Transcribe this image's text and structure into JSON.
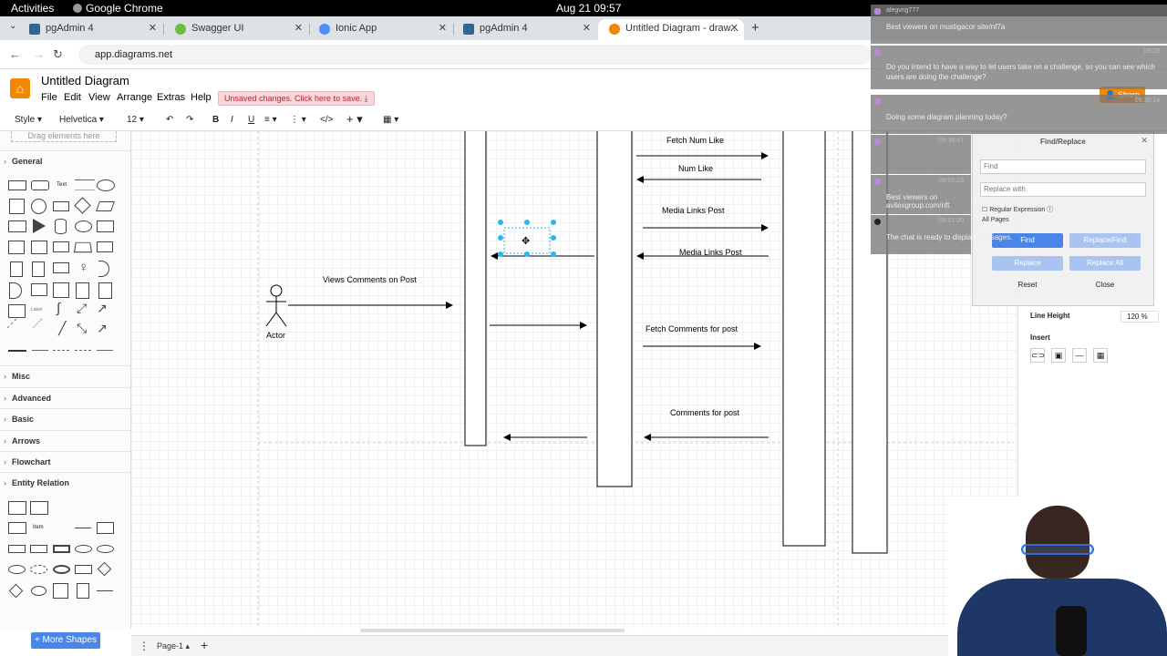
{
  "os": {
    "activities": "Activities",
    "app_name": "Google Chrome",
    "clock": "Aug 21  09:57"
  },
  "tabs": [
    {
      "label": "pgAdmin 4",
      "color": "#336791"
    },
    {
      "label": "Swagger UI",
      "color": "#6bbf3e"
    },
    {
      "label": "Ionic App",
      "color": "#4f8ef7"
    },
    {
      "label": "pgAdmin 4",
      "color": "#336791"
    },
    {
      "label": "Untitled Diagram - draw...",
      "color": "#f08705"
    }
  ],
  "url": "app.diagrams.net",
  "drawio": {
    "title": "Untitled Diagram",
    "menus": [
      "File",
      "Edit",
      "View",
      "Arrange",
      "Extras",
      "Help"
    ],
    "unsaved": "Unsaved changes. Click here to save.",
    "toolbar": {
      "style": "Style",
      "font": "Helvetica",
      "size": "12"
    },
    "share": "Share"
  },
  "sidebar": {
    "drag_hint": "Drag elements here",
    "sections": [
      "General",
      "Misc",
      "Advanced",
      "Basic",
      "Arrows",
      "Flowchart",
      "Entity Relation"
    ],
    "more_shapes": "+ More Shapes"
  },
  "diagram": {
    "actor": "Actor",
    "messages": [
      "Views Comments on Post",
      "Fetch Num Like",
      "Num Like",
      "Media Links Post",
      "Media Links Post",
      "Fetch Comments for post",
      "Comments for post"
    ]
  },
  "pages": {
    "current": "Page-1"
  },
  "find_replace": {
    "title": "Find/Replace",
    "find_placeholder": "Find",
    "replace_placeholder": "Replace with",
    "regex": "Regular Expression",
    "all_pages": "All Pages",
    "find": "Find",
    "replace_find": "Replace/Find",
    "replace": "Replace",
    "replace_all": "Replace All",
    "reset": "Reset",
    "close": "Close"
  },
  "format_panel": {
    "line_height_label": "Line Height",
    "line_height_value": "120 %",
    "insert": "Insert"
  },
  "chat": [
    {
      "name": "alegvng777",
      "msg": "Best viewers on mustigacor site/nf7a",
      "time": ""
    },
    {
      "name": "",
      "msg": "Do you intend to have a way to let users take on a challenge, so you can see which users are doing the challenge?",
      "time": "09:29"
    },
    {
      "name": "",
      "msg": "Doing some diagram planning today?",
      "time": "09:36:14"
    },
    {
      "name": "",
      "msg": "",
      "time": "09:38:41"
    },
    {
      "name": "",
      "msg": "Best viewers on avilexgroup.com/nft",
      "time": "09:05:23"
    },
    {
      "name": "",
      "msg": "The chat is ready to display messages.",
      "time": "09:01:00"
    }
  ]
}
